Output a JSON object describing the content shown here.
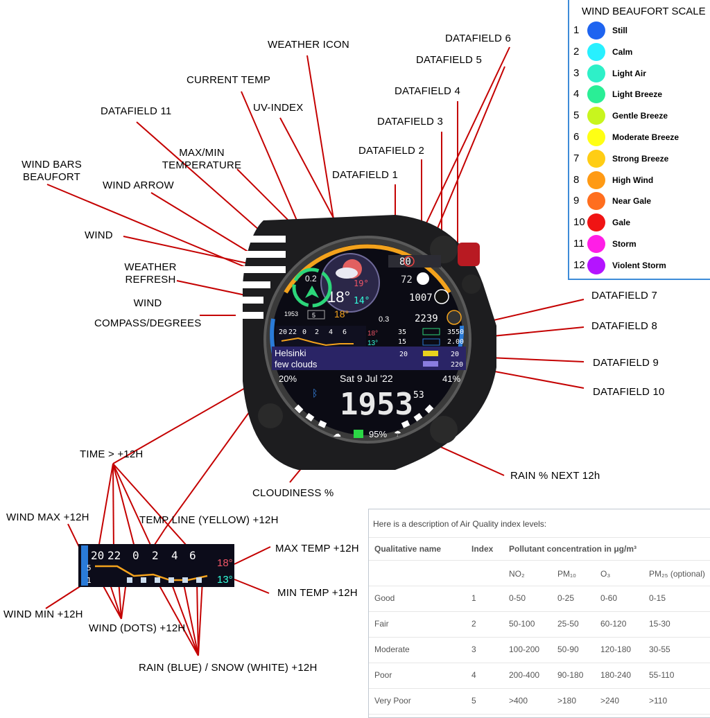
{
  "labels": {
    "weather_icon": "WEATHER ICON",
    "current_temp": "CURRENT TEMP",
    "datafield_6": "DATAFIELD 6",
    "datafield_5": "DATAFIELD 5",
    "datafield_4": "DATAFIELD 4",
    "datafield_11": "DATAFIELD 11",
    "uv_index": "UV-INDEX",
    "datafield_3": "DATAFIELD 3",
    "max_min_temp_1": "MAX/MIN",
    "max_min_temp_2": "TEMPERATURE",
    "datafield_2": "DATAFIELD 2",
    "wind_bars_1": "WIND BARS",
    "wind_bars_2": "BEAUFORT",
    "wind_arrow": "WIND ARROW",
    "datafield_1": "DATAFIELD 1",
    "wind": "WIND",
    "weather_refresh_1": "WEATHER",
    "weather_refresh_2": "REFRESH",
    "wind_compass_1": "WIND",
    "wind_compass_2": "COMPASS/DEGREES",
    "datafield_7": "DATAFIELD 7",
    "datafield_8": "DATAFIELD 8",
    "datafield_9": "DATAFIELD 9",
    "datafield_10": "DATAFIELD 10",
    "rain_next": "RAIN % NEXT 12h",
    "cloudiness": "CLOUDINESS %",
    "time_12h": "TIME > +12H",
    "wind_max": "WIND MAX +12H",
    "temp_line": "TEMP LINE (YELLOW) +12H",
    "max_temp": "MAX TEMP +12H",
    "min_temp": "MIN TEMP +12H",
    "wind_min": "WIND MIN +12H",
    "wind_dots": "WIND (DOTS) +12H",
    "rain_snow": "RAIN (BLUE) / SNOW (WHITE) +12H"
  },
  "beaufort": {
    "title": "WIND BEAUFORT SCALE",
    "items": [
      {
        "n": "1",
        "name": "Still",
        "color": "#1e64f0"
      },
      {
        "n": "2",
        "name": "Calm",
        "color": "#28f0ff"
      },
      {
        "n": "3",
        "name": "Light Air",
        "color": "#2ef0c8"
      },
      {
        "n": "4",
        "name": "Light Breeze",
        "color": "#2aee96"
      },
      {
        "n": "5",
        "name": "Gentle Breeze",
        "color": "#c8f51e"
      },
      {
        "n": "6",
        "name": "Moderate Breeze",
        "color": "#ffff14"
      },
      {
        "n": "7",
        "name": "Strong Breeze",
        "color": "#ffcd14"
      },
      {
        "n": "8",
        "name": "High Wind",
        "color": "#ff9a14"
      },
      {
        "n": "9",
        "name": "Near Gale",
        "color": "#ff6e1e"
      },
      {
        "n": "10",
        "name": "Gale",
        "color": "#f01414"
      },
      {
        "n": "11",
        "name": "Storm",
        "color": "#ff1ee6"
      },
      {
        "n": "12",
        "name": "Violent Storm",
        "color": "#b414ff"
      }
    ]
  },
  "aqi": {
    "heading": "Here is a description of Air Quality index levels:",
    "col_name": "Qualitative name",
    "col_index": "Index",
    "col_conc": "Pollutant concentration in μg/m³",
    "sub": [
      "NO₂",
      "PM₁₀",
      "O₃",
      "PM₂₅ (optional)"
    ],
    "rows": [
      {
        "name": "Good",
        "index": "1",
        "v": [
          "0-50",
          "0-25",
          "0-60",
          "0-15"
        ]
      },
      {
        "name": "Fair",
        "index": "2",
        "v": [
          "50-100",
          "25-50",
          "60-120",
          "15-30"
        ]
      },
      {
        "name": "Moderate",
        "index": "3",
        "v": [
          "100-200",
          "50-90",
          "120-180",
          "30-55"
        ]
      },
      {
        "name": "Poor",
        "index": "4",
        "v": [
          "200-400",
          "90-180",
          "180-240",
          "55-110"
        ]
      },
      {
        "name": "Very Poor",
        "index": "5",
        "v": [
          ">400",
          ">180",
          ">240",
          ">110"
        ]
      }
    ]
  },
  "watch": {
    "df1": "80",
    "df2": "72",
    "df3": "1007",
    "df4": "2239",
    "df7": "3550",
    "df8": "2.00",
    "df9": "20",
    "df10": "220",
    "df11_wind": "0.2",
    "current_temp": "18°",
    "max_temp": "19°",
    "min_temp": "14°",
    "feels_temp": "18°",
    "uv": "0.3",
    "wind_refresh": "1953",
    "wind_dir_num": "5",
    "forecast_hours": [
      "20",
      "22",
      "0",
      "2",
      "4",
      "6"
    ],
    "forecast_max": "18°",
    "forecast_min": "13°",
    "forecast_wind_max": "5",
    "forecast_wind_min": "1",
    "mid_small_1": "35",
    "mid_small_2": "15",
    "mid_small_3": "20",
    "city": "Helsinki",
    "condition": "few clouds",
    "cloud_pct": "20%",
    "rain_pct": "41%",
    "date": "Sat 9 Jul '22",
    "time": "1953",
    "seconds": "53",
    "battery": "95%"
  }
}
